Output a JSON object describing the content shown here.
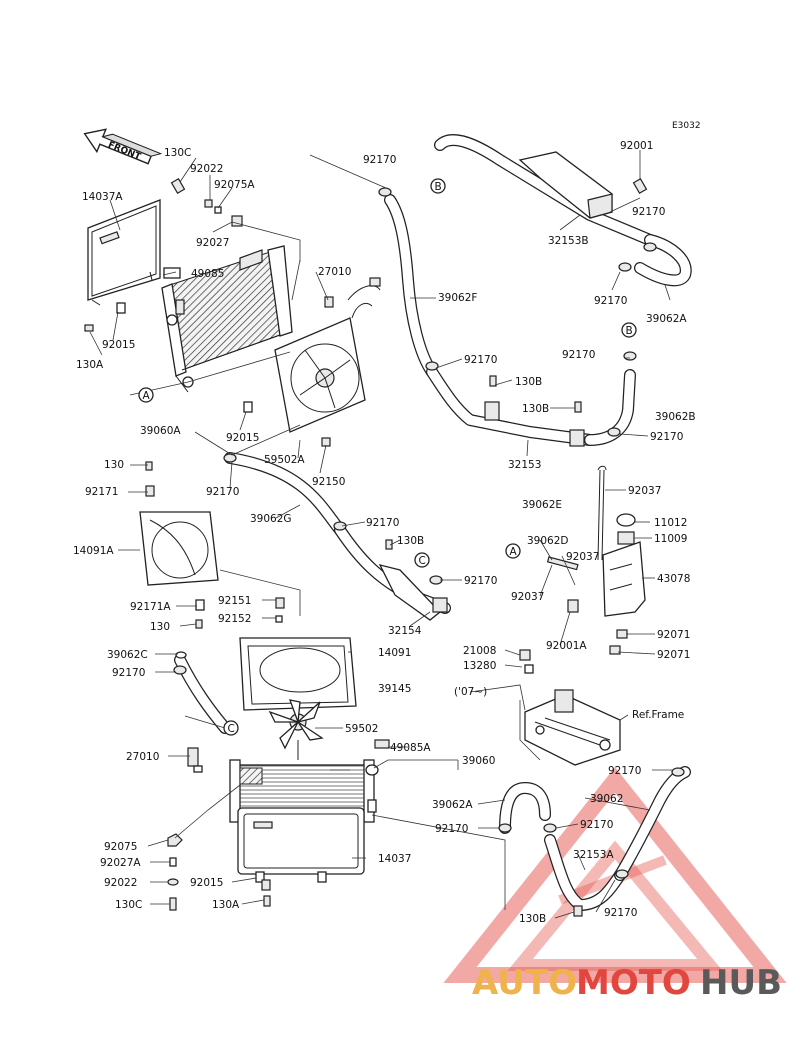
{
  "diagram": {
    "code": "E3032",
    "front_label": "FRONT",
    "ref_frame": "Ref.Frame",
    "year_note": "('07~)",
    "circle_refs": {
      "a_left": "A",
      "a_mid": "A",
      "b_top": "B",
      "b_right": "B",
      "c_mid": "C",
      "c_low": "C"
    },
    "labels": {
      "l130c_top": "130C",
      "l92022_top": "92022",
      "l92075a": "92075A",
      "l14037a": "14037A",
      "l92027": "92027",
      "l49085": "49085",
      "l27010_top": "27010",
      "l92170_top": "92170",
      "l92001": "92001",
      "l92170_tr": "92170",
      "l32153b": "32153B",
      "l92170_r": "92170",
      "l39062a_r": "39062A",
      "l39062f": "39062F",
      "l92015_l": "92015",
      "l130a_l": "130A",
      "l92170_mid": "92170",
      "l130b_1": "130B",
      "l92170_b": "92170",
      "l130b_2": "130B",
      "l39062b": "39062B",
      "l92170_rr": "92170",
      "l39060a": "39060A",
      "l92015_m": "92015",
      "l59502a": "59502A",
      "l92150": "92150",
      "l32153": "32153",
      "l130_a": "130",
      "l92171": "92171",
      "l92170_c": "92170",
      "l39062e": "39062E",
      "l92037_a": "92037",
      "l11012": "11012",
      "l39062g": "39062G",
      "l92170_g": "92170",
      "l11009": "11009",
      "l14091a": "14091A",
      "l130b_3": "130B",
      "l39062d": "39062D",
      "l92037_b": "92037",
      "l92170_h": "92170",
      "l43078": "43078",
      "l92037_c": "92037",
      "l92151": "92151",
      "l92171a": "92171A",
      "l92152": "92152",
      "l32154": "32154",
      "l130_b": "130",
      "l92001a": "92001A",
      "l92071_a": "92071",
      "l92071_b": "92071",
      "l39062c": "39062C",
      "l14091": "14091",
      "l21008": "21008",
      "l92170_i": "92170",
      "l13280": "13280",
      "l39145": "39145",
      "l59502": "59502",
      "l27010_b": "27010",
      "l49085a": "49085A",
      "l39060": "39060",
      "l92170_j": "92170",
      "l39062": "39062",
      "l39062a_b": "39062A",
      "l92170_k": "92170",
      "l92170_l": "92170",
      "l92075": "92075",
      "l14037": "14037",
      "l92027a": "92027A",
      "l32153a": "32153A",
      "l92022_b": "92022",
      "l92015_b": "92015",
      "l92170_m": "92170",
      "l130c_b": "130C",
      "l130a_b": "130A",
      "l130b_b": "130B"
    }
  },
  "watermark": {
    "part1": "AUTO",
    "part2": "MOTO",
    "part3": "HUB",
    "colors": {
      "auto": "#f0b24a",
      "moto": "#e2473f",
      "hub": "#5a5a5a",
      "triangle": "#e2473f"
    }
  }
}
